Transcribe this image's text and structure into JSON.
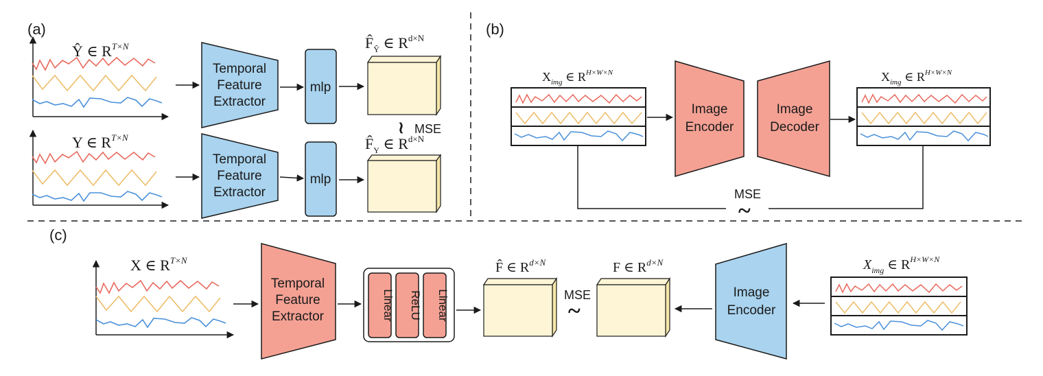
{
  "colors": {
    "red_block": "#f4a194",
    "blue_block": "#a9d3ee",
    "cube": "#fdf5d6",
    "cube_side": "#f6e7a9",
    "series_red": "#e8685c",
    "series_yellow": "#edbd6a",
    "series_blue": "#4a90d9",
    "line": "#1a1a1a"
  },
  "panel_labels": {
    "a": "(a)",
    "b": "(b)",
    "c": "(c)"
  },
  "panel_a": {
    "top_series_label": {
      "base": "Ŷ ∈ R",
      "sup": "T×N"
    },
    "bottom_series_label": {
      "base": "Y ∈ R",
      "sup": "T×N"
    },
    "extractor_line1": "Temporal",
    "extractor_line2": "Feature",
    "extractor_line3": "Extractor",
    "mlp_label": "mlp",
    "top_feature_label": {
      "base": "F̂",
      "sub": "Ŷ",
      "rel": " ∈ R",
      "sup": "d×N"
    },
    "bottom_feature_label": {
      "base": "F̂",
      "sub": "Y",
      "rel": " ∈ R",
      "sup": "d×N"
    },
    "loss_symbol": "≀",
    "loss_label": "MSE"
  },
  "panel_b": {
    "input_label": {
      "base": "X",
      "sub": "img",
      "rel": " ∈ R",
      "sup": "H×W×N"
    },
    "output_label": {
      "base": "X",
      "sub": "img",
      "rel": " ∈ R",
      "sup": "H×W×N"
    },
    "encoder_line1": "Image",
    "encoder_line2": "Encoder",
    "decoder_line1": "Image",
    "decoder_line2": "Decoder",
    "loss_label": "MSE",
    "loss_symbol": "~"
  },
  "panel_c": {
    "series_label": {
      "base": "X ∈ R",
      "sup": "T×N"
    },
    "extractor_line1": "Temporal",
    "extractor_line2": "Feature",
    "extractor_line3": "Extractor",
    "mlp_layers": [
      "Linear",
      "ReLU",
      "Linear"
    ],
    "pred_feature_label": {
      "base": "F̂ ∈ R",
      "sup": "d×N"
    },
    "target_feature_label": {
      "base": "F ∈ R",
      "sup": "d×N"
    },
    "loss_label": "MSE",
    "loss_symbol": "~",
    "image_label": {
      "base": "X",
      "sub": "img",
      "rel": " ∈ R",
      "sup": "H×W×N"
    },
    "encoder_line1": "Image",
    "encoder_line2": "Encoder"
  }
}
